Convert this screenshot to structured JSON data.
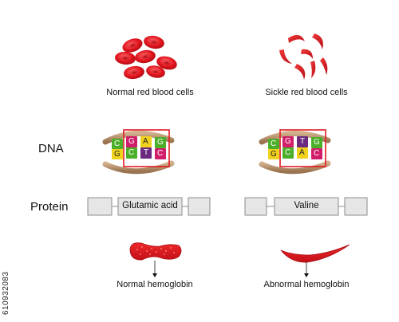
{
  "captions": {
    "normal_cells": "Normal red blood cells",
    "sickle_cells": "Sickle red blood cells",
    "normal_hb": "Normal hemoglobin",
    "abnormal_hb": "Abnormal hemoglobin"
  },
  "rows": {
    "dna": "DNA",
    "protein": "Protein"
  },
  "dna": {
    "normal": {
      "top": [
        "C",
        "G",
        "A",
        "G"
      ],
      "bottom": [
        "G",
        "C",
        "T",
        "C"
      ]
    },
    "sickle": {
      "top": [
        "C",
        "G",
        "T",
        "G"
      ],
      "bottom": [
        "G",
        "C",
        "A",
        "C"
      ]
    }
  },
  "protein": {
    "normal_amino": "Glutamic acid",
    "sickle_amino": "Valine"
  },
  "watermark_id": "610932083",
  "colors": {
    "rbc_red": "#e1141e",
    "rbc_dark": "#a80b12",
    "backbone_brown": "#b8916a",
    "highlight_red": "#e11b22",
    "protein_box_fill": "#e6e6e6",
    "protein_box_border": "#8c8c8c",
    "base_green": "#4caf2a",
    "base_yellow": "#f0d21c",
    "base_pink": "#d11e6a",
    "base_purple": "#6b2a80"
  }
}
